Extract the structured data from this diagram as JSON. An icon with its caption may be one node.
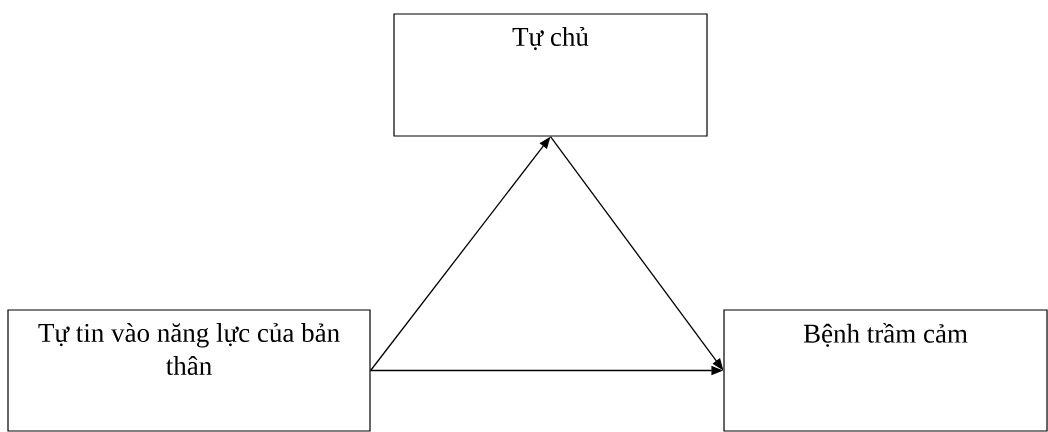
{
  "diagram": {
    "nodes": [
      {
        "text": [
          "Tự chủ"
        ]
      },
      {
        "text": [
          "Tự tin vào năng lực của bản thân"
        ]
      },
      {
        "text": [
          "Bệnh trầm cảm"
        ]
      }
    ],
    "edges": [
      {
        "from": 1,
        "to": 0,
        "arrow": "to"
      },
      {
        "from": 0,
        "to": 2,
        "arrow": "to"
      },
      {
        "from": 1,
        "to": 2,
        "arrow": "to"
      }
    ]
  }
}
